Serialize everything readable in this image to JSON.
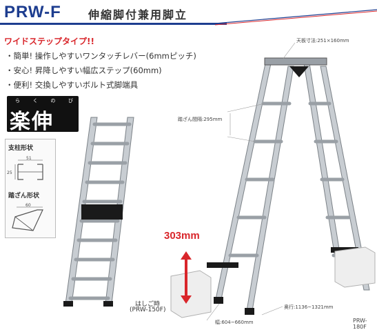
{
  "header": {
    "title": "PRW-F",
    "subtitle": "伸縮脚付兼用脚立"
  },
  "type_label": "ワイドステップタイプ!!",
  "features": [
    "・簡単! 操作しやすいワンタッチレバー(6mmピッチ)",
    "・安心! 昇降しやすい幅広ステップ(60mm)",
    "・便利! 交換しやすいボルト式脚端具"
  ],
  "logo": {
    "text": "楽伸",
    "ruby": [
      "ら",
      "く",
      "の",
      "び"
    ]
  },
  "profiles": {
    "pillar_title": "支柱形状",
    "pillar_dim_width": "51",
    "pillar_dim_height": "25",
    "step_title": "踏ざん形状",
    "step_dim": "60"
  },
  "ladder_mode": {
    "caption": "はしご時",
    "model": "(PRW-150F)"
  },
  "stepladder": {
    "height_value": "303mm",
    "top_size": "天板寸法:251×160mm",
    "step_width": "踏ざん間隔:295mm",
    "depth": "奥行:1136~1321mm",
    "width": "幅:604~660mm",
    "model": "PRW-180F"
  },
  "colors": {
    "brand_blue": "#1d3d8f",
    "accent_red": "#d9262b",
    "aluminum": "#c8cdd2"
  }
}
